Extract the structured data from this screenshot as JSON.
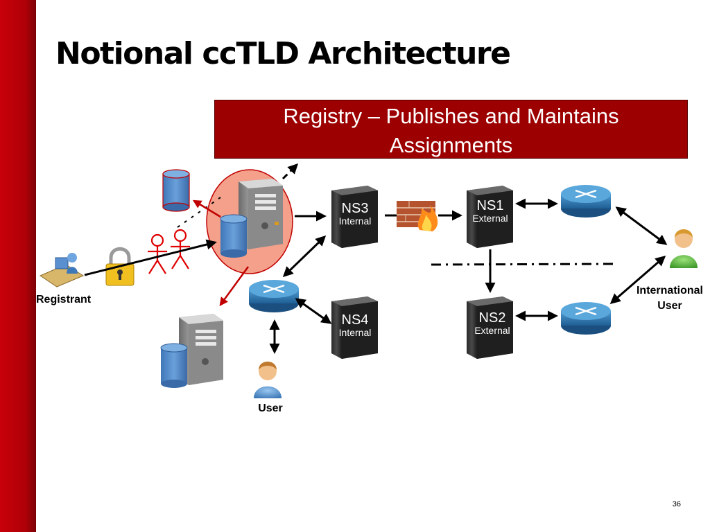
{
  "slide": {
    "title": "Notional ccTLD Architecture",
    "page_number": "36",
    "accent_color": "#c8000a"
  },
  "registry": {
    "line1": "Registry – Publishes and Maintains",
    "line2": "Assignments",
    "fill_color": "#9c0000"
  },
  "servers": {
    "ns3": {
      "name": "NS3",
      "role": "Internal"
    },
    "ns1": {
      "name": "NS1",
      "role": "External"
    },
    "ns4": {
      "name": "NS4",
      "role": "Internal"
    },
    "ns2": {
      "name": "NS2",
      "role": "External"
    }
  },
  "actors": {
    "registrant": "Registrant",
    "user": "User",
    "international_user_line1": "International",
    "international_user_line2": "User"
  },
  "icons": [
    "server-icon",
    "database-icon",
    "router-icon",
    "firewall-icon",
    "lock-icon",
    "stick-figure-icon",
    "person-icon",
    "workstation-icon"
  ]
}
